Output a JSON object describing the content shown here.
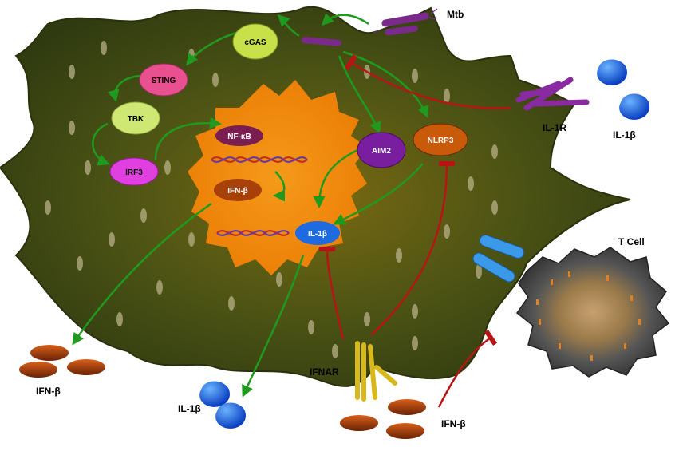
{
  "labels": {
    "mtb": "Mtb",
    "cgas": "cGAS",
    "sting": "STING",
    "tbk": "TBK",
    "irf3": "IRF3",
    "nfkb": "NF-κB",
    "ifnb_inner": "IFN-β",
    "aim2": "AIM2",
    "nlrp3": "NLRP3",
    "il1b_inner": "IL-1β",
    "il1r": "IL-1R",
    "il1b_outer_right": "IL-1β",
    "tcell": "T Cell",
    "ifnb_left": "IFN-β",
    "il1b_bottom": "IL-1β",
    "ifnar": "IFNAR",
    "ifnb_bottom": "IFN-β"
  },
  "colors": {
    "cell": "#3d4a12",
    "nucleus": "#f28a0c",
    "activation": "#1f9a1f",
    "inhibition": "#b81414",
    "cgas": "#c8e04a",
    "sting": "#e8508f",
    "tbk": "#cfe874",
    "irf3": "#e040e0",
    "nfkb": "#7a1e52",
    "ifnb": "#a8400a",
    "aim2": "#7a1ea0",
    "nlrp3": "#c85a0a",
    "il1b": "#1e6ae0",
    "receptor": "#8a2aa0",
    "ifnar": "#d8b81a",
    "tcell": "#444444"
  }
}
